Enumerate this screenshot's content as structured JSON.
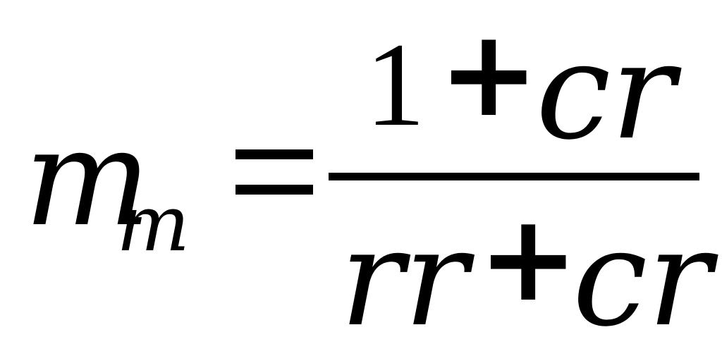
{
  "formula": {
    "lhs": {
      "variable": "m",
      "subscript": "m"
    },
    "relation": "=",
    "numerator": {
      "constant": "1",
      "operator": "+",
      "term": "cr"
    },
    "denominator": {
      "term1": "rr",
      "operator": "+",
      "term2": "cr"
    }
  }
}
